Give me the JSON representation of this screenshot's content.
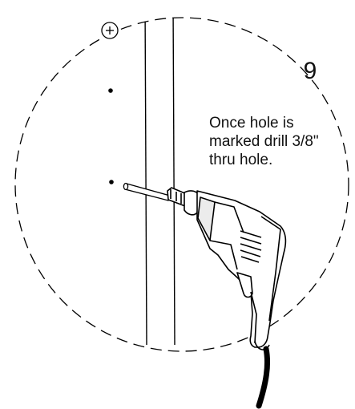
{
  "step": {
    "number": "9"
  },
  "instruction": {
    "lines": [
      "Once hole is",
      "marked drill 3/8\"",
      "thru hole."
    ]
  },
  "colors": {
    "line": "#000000",
    "background": "#ffffff"
  },
  "icons": {
    "screw": "screw-head-icon",
    "drill": "power-drill-icon"
  }
}
